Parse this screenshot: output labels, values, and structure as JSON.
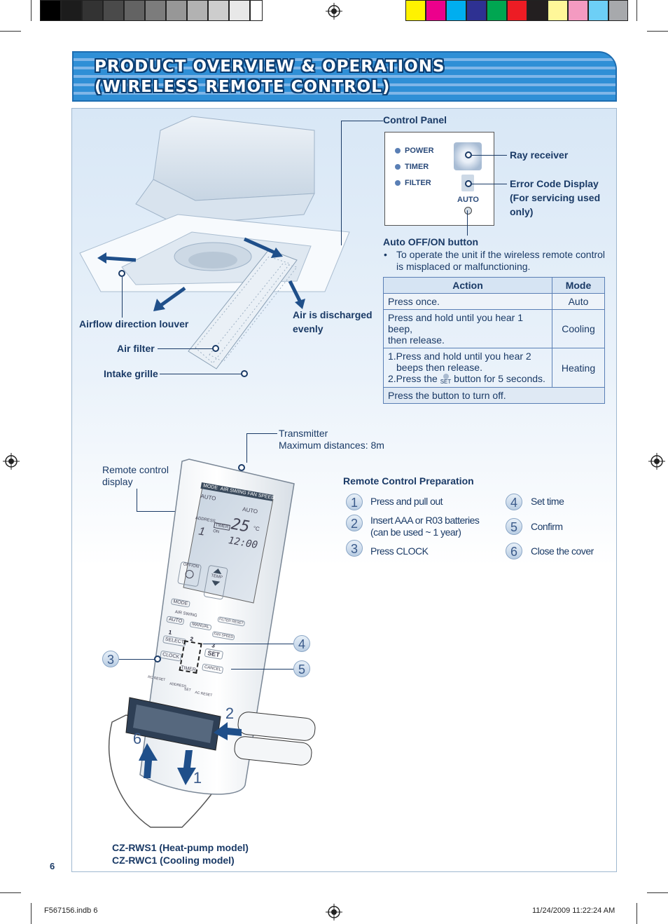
{
  "header": {
    "title_line1": "PRODUCT OVERVIEW & OPERATIONS",
    "title_line2": "(WIRELESS REMOTE CONTROL)"
  },
  "indoor_unit": {
    "airflow_louver": "Airflow direction louver",
    "air_filter": "Air filter",
    "intake_grille": "Intake grille",
    "air_discharged_line1": "Air is discharged",
    "air_discharged_line2": "evenly"
  },
  "control_panel": {
    "title": "Control Panel",
    "indicators": [
      "POWER",
      "TIMER",
      "FILTER"
    ],
    "auto_label": "AUTO",
    "ray_receiver": "Ray receiver",
    "error_code_line1": "Error Code Display",
    "error_code_line2": "(For servicing used",
    "error_code_line3": "only)"
  },
  "auto_button": {
    "title": "Auto OFF/ON button",
    "bullet_line1": "To operate the unit if the wireless remote control",
    "bullet_line2": "is misplaced or malfunctioning."
  },
  "mode_table": {
    "headers": [
      "Action",
      "Mode"
    ],
    "row1": {
      "action": "Press once.",
      "mode": "Auto"
    },
    "row2": {
      "action_line1": "Press and hold until you hear 1 beep,",
      "action_line2": "then release.",
      "mode": "Cooling"
    },
    "row3": {
      "action_line1": "1.Press and hold until you hear 2",
      "action_line2": "beeps then release.",
      "action_line3a": "2.Press the",
      "set_label": "SET",
      "action_line3b": "button for 5 seconds.",
      "mode": "Heating"
    },
    "row4": {
      "action": "Press the button to turn off."
    }
  },
  "transmitter": {
    "line1": "Transmitter",
    "line2": "Maximum distances:  8m"
  },
  "remote_display_label": {
    "line1": "Remote control",
    "line2": "display"
  },
  "remote": {
    "display": {
      "mode": "MODE",
      "air_swing": "AIR SWING",
      "fan_speed": "FAN SPEED",
      "auto_left": "AUTO",
      "auto_right": "AUTO",
      "address": "ADDRESS",
      "address_value": "1",
      "timer": "TIMER",
      "on": "ON",
      "temperature": "25",
      "unit": "°C",
      "clock": "12:00"
    },
    "buttons": {
      "off_on": "OFF/ON",
      "temp": "TEMP",
      "mode": "MODE",
      "air_swing": "AIR SWING",
      "filter_reset": "FILTER RESET",
      "auto": "AUTO",
      "manual": "MANUAL",
      "fan_speed": "FAN SPEED",
      "select": "SELECT",
      "set": "SET",
      "clock": "CLOCK",
      "timer": "TIMER",
      "cancel": "CANCEL",
      "rc_reset": "RC RESET",
      "address": "ADDRESS",
      "set_small": "SET",
      "ac_reset": "AC RESET",
      "num1": "1",
      "num2": "2",
      "num3": "3"
    },
    "callouts": [
      "3",
      "4",
      "5",
      "2",
      "6",
      "1"
    ]
  },
  "preparation": {
    "title": "Remote Control Preparation",
    "steps": [
      {
        "num": "1",
        "text": "Press and pull out"
      },
      {
        "num": "2",
        "text": "Insert AAA or R03 batteries",
        "text2": "(can be used ~ 1 year)"
      },
      {
        "num": "3",
        "text": "Press CLOCK"
      },
      {
        "num": "4",
        "text": "Set time"
      },
      {
        "num": "5",
        "text": "Confirm"
      },
      {
        "num": "6",
        "text": "Close the cover"
      }
    ]
  },
  "models": {
    "line1": "CZ-RWS1 (Heat-pump model)",
    "line2": "CZ-RWC1 (Cooling model)"
  },
  "page_number": "6",
  "footer": {
    "file": "F567156.indb   6",
    "timestamp": "11/24/2009   11:22:24 AM"
  },
  "colors": {
    "header_blue": "#2f8fd6",
    "header_outline": "#0d3f73",
    "label_navy": "#1a3a66",
    "table_border": "#5a7fb5"
  }
}
